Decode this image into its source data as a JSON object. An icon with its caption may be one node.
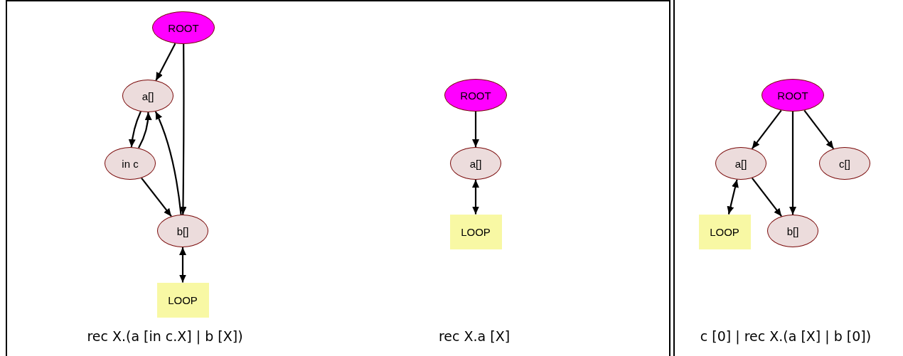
{
  "diagram": {
    "nodes": [
      {
        "text": [
          "ROOT"
        ]
      },
      {
        "text": [
          "a[]"
        ]
      },
      {
        "text": [
          "in c"
        ]
      },
      {
        "text": [
          "b[]"
        ]
      },
      {
        "text": [
          "LOOP"
        ]
      },
      {
        "text": [
          "ROOT"
        ]
      },
      {
        "text": [
          "a[]"
        ]
      },
      {
        "text": [
          "LOOP"
        ]
      },
      {
        "text": [
          "ROOT"
        ]
      },
      {
        "text": [
          "a[]"
        ]
      },
      {
        "text": [
          "c[]"
        ]
      },
      {
        "text": [
          "LOOP"
        ]
      },
      {
        "text": [
          "b[]"
        ]
      }
    ],
    "edges": [
      {
        "from": 0,
        "to": 1,
        "arrow": "to"
      },
      {
        "from": 0,
        "to": 3,
        "arrow": "to"
      },
      {
        "from": 1,
        "to": 2,
        "arrow": "to"
      },
      {
        "from": 2,
        "to": 1,
        "arrow": "to"
      },
      {
        "from": 2,
        "to": 3,
        "arrow": "to"
      },
      {
        "from": 3,
        "to": 1,
        "arrow": "to"
      },
      {
        "from": 3,
        "to": 4,
        "arrow": "both"
      },
      {
        "from": 5,
        "to": 6,
        "arrow": "to"
      },
      {
        "from": 6,
        "to": 7,
        "arrow": "both"
      },
      {
        "from": 8,
        "to": 9,
        "arrow": "to"
      },
      {
        "from": 8,
        "to": 12,
        "arrow": "to"
      },
      {
        "from": 8,
        "to": 10,
        "arrow": "to"
      },
      {
        "from": 9,
        "to": 12,
        "arrow": "to"
      },
      {
        "from": 9,
        "to": 11,
        "arrow": "both"
      }
    ],
    "labels": [
      "rec X.(a [in c.X] | b [X])",
      "rec X.a [X]",
      "c [0] | rec X.(a [X] | b [0])"
    ]
  }
}
